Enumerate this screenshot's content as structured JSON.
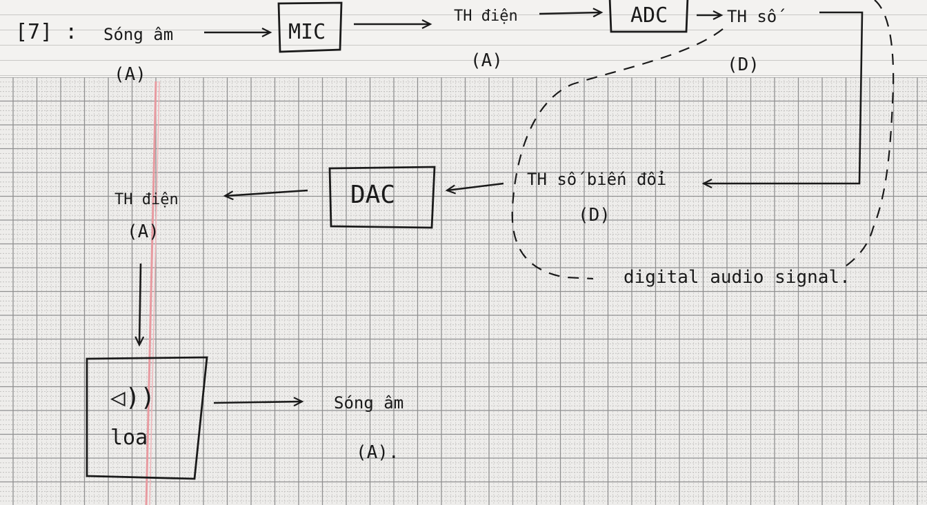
{
  "diagram": {
    "number_label": "[7] :",
    "microphone_block": "MIC",
    "adc_block": "ADC",
    "dac_block": "DAC",
    "speaker_block": "loa",
    "speaker_glyph": "◁))",
    "input_sound": {
      "text": "Sóng âm",
      "type": "(A)"
    },
    "mic_output": {
      "text": "TH điện",
      "type": "(A)"
    },
    "adc_output": {
      "text": "TH số",
      "type": "(D)"
    },
    "processed_signal": {
      "text": "TH số biến đổi",
      "type": "(D)"
    },
    "dac_output": {
      "text": "TH điện",
      "type": "(A)"
    },
    "output_sound": {
      "text": "Sóng âm",
      "type": "(A)."
    },
    "grouping_note": "digital audio signal."
  },
  "colors": {
    "ink": "#1a1a1a",
    "margin_line": "#e89aa0",
    "grid_line": "#8f8f8f",
    "paper": "#efeeec"
  }
}
